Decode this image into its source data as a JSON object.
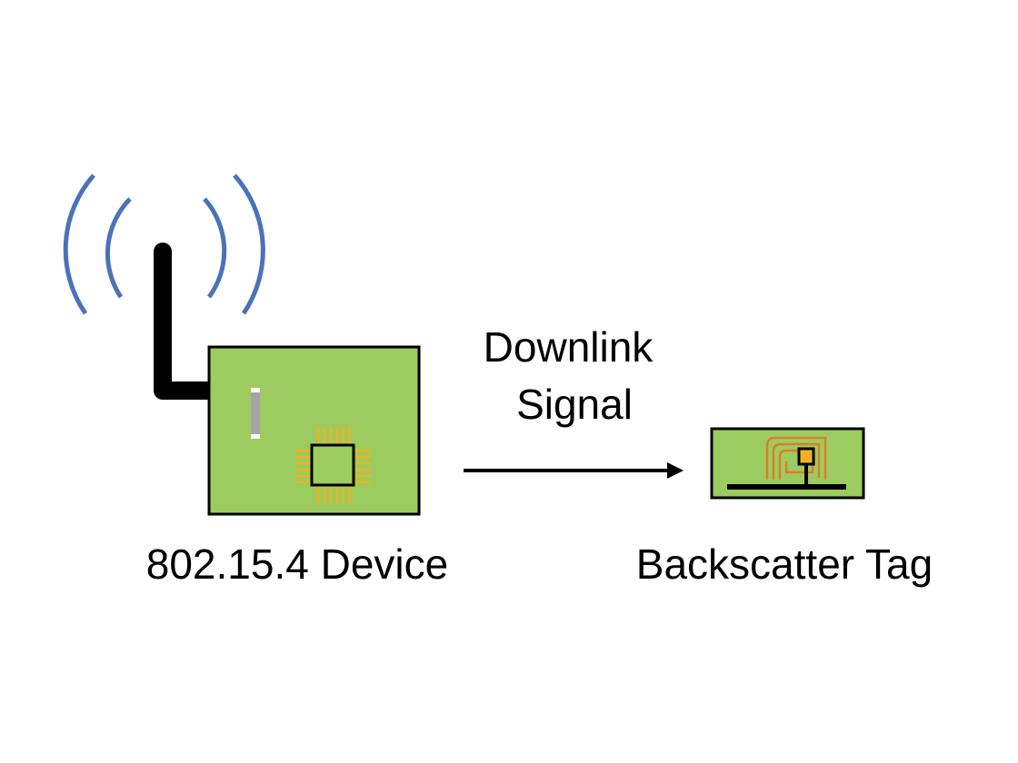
{
  "labels": {
    "device": "802.15.4 Device",
    "tag": "Backscatter Tag",
    "signal_line1": "Downlink",
    "signal_line2": "Signal"
  },
  "icons": {
    "radio_waves": "radio-waves-icon",
    "antenna": "antenna-icon",
    "device_board": "circuit-board-icon",
    "chip": "chip-icon",
    "tag_board": "tag-board-icon",
    "arrow": "arrow-right-icon"
  },
  "colors": {
    "board_green": "#9ccc5f",
    "wave_blue": "#4a72b8",
    "chip_pins": "#f0b323",
    "tag_trace": "#e07b2c",
    "component_gray": "#a6a6a6",
    "stroke": "#000000"
  }
}
